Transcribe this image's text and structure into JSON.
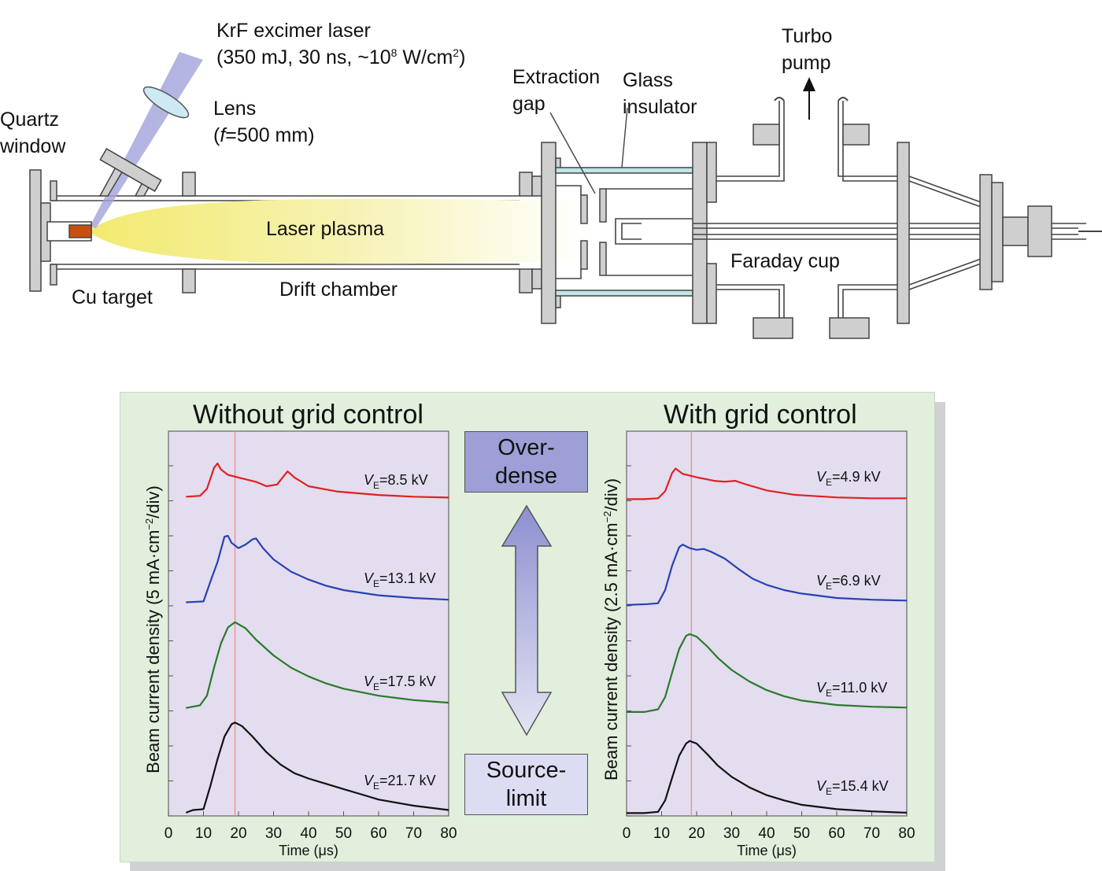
{
  "apparatus": {
    "laser_line1": "KrF excimer laser",
    "laser_line2_pre": "(350 mJ, 30 ns, ~10",
    "laser_line2_exp": "8",
    "laser_line2_mid": " W/cm",
    "laser_line2_exp2": "2",
    "laser_line2_post": ")",
    "lens_line1": "Lens",
    "lens_line2_pre": "(",
    "lens_line2_f": "f",
    "lens_line2_post": "=500 mm)",
    "quartz_line1": "Quartz",
    "quartz_line2": "window",
    "extraction_line1": "Extraction",
    "extraction_line2": "gap",
    "glass_line1": "Glass",
    "glass_line2": "insulator",
    "turbo_line1": "Turbo",
    "turbo_line2": "pump",
    "laser_plasma": "Laser plasma",
    "faraday_cup": "Faraday cup",
    "cu_target": "Cu target",
    "drift_chamber": "Drift chamber",
    "colors": {
      "plasma": "#f4ee8f",
      "laser_beam": "#a6a8da",
      "insulator": "#bfe6e6",
      "target": "#c8500f",
      "wall": "#cfcfcf"
    }
  },
  "middle": {
    "over_line1": "Over-",
    "over_line2": "dense",
    "source_line1": "Source-",
    "source_line2": "limit",
    "colors": {
      "over": "#9d9fd6",
      "source": "#dcdcf2"
    }
  },
  "chart_data": [
    {
      "type": "line",
      "title": "Without grid control",
      "xlabel": "Time (μs)",
      "ylabel_pre": "Beam current density (5 mA·cm",
      "ylabel_exp": "−2",
      "ylabel_post": "/div)",
      "xlim": [
        0,
        80
      ],
      "xticks": [
        "0",
        "10",
        "20",
        "30",
        "40",
        "50",
        "60",
        "70",
        "80"
      ],
      "marker_x": 19,
      "series": [
        {
          "name": "VE=8.5 kV",
          "label_v": "V",
          "label_sub": "E",
          "label_rest": "=8.5 kV",
          "color": "#e02020",
          "points": [
            [
              5,
              0.6
            ],
            [
              9,
              0.7
            ],
            [
              11,
              1.5
            ],
            [
              13,
              3.9
            ],
            [
              14,
              4.4
            ],
            [
              15,
              3.7
            ],
            [
              17,
              3.1
            ],
            [
              20,
              2.8
            ],
            [
              25,
              2.3
            ],
            [
              28,
              1.8
            ],
            [
              31,
              2.0
            ],
            [
              33,
              3.0
            ],
            [
              34,
              3.5
            ],
            [
              36,
              2.8
            ],
            [
              40,
              1.8
            ],
            [
              48,
              1.2
            ],
            [
              60,
              0.8
            ],
            [
              70,
              0.6
            ],
            [
              80,
              0.5
            ]
          ]
        },
        {
          "name": "VE=13.1 kV",
          "label_v": "V",
          "label_sub": "E",
          "label_rest": "=13.1 kV",
          "color": "#2841b4",
          "points": [
            [
              5,
              0.4
            ],
            [
              10,
              0.5
            ],
            [
              12,
              2.8
            ],
            [
              14,
              5.0
            ],
            [
              16,
              7.9
            ],
            [
              17,
              8.0
            ],
            [
              18,
              7.2
            ],
            [
              20,
              6.6
            ],
            [
              22,
              7.0
            ],
            [
              24,
              7.6
            ],
            [
              25,
              7.7
            ],
            [
              27,
              6.6
            ],
            [
              30,
              5.3
            ],
            [
              35,
              3.9
            ],
            [
              40,
              3.0
            ],
            [
              45,
              2.3
            ],
            [
              50,
              1.8
            ],
            [
              60,
              1.2
            ],
            [
              70,
              0.9
            ],
            [
              80,
              0.7
            ]
          ]
        },
        {
          "name": "VE=17.5 kV",
          "label_v": "V",
          "label_sub": "E",
          "label_rest": "=17.5 kV",
          "color": "#2a7a2a",
          "points": [
            [
              5,
              0.2
            ],
            [
              9,
              0.5
            ],
            [
              11,
              1.6
            ],
            [
              13,
              4.8
            ],
            [
              15,
              7.6
            ],
            [
              17,
              9.4
            ],
            [
              19,
              10.0
            ],
            [
              22,
              9.3
            ],
            [
              25,
              8.0
            ],
            [
              30,
              6.2
            ],
            [
              35,
              4.8
            ],
            [
              40,
              3.8
            ],
            [
              45,
              3.0
            ],
            [
              50,
              2.4
            ],
            [
              60,
              1.6
            ],
            [
              70,
              1.1
            ],
            [
              80,
              0.8
            ]
          ]
        },
        {
          "name": "VE=21.7 kV",
          "label_v": "V",
          "label_sub": "E",
          "label_rest": "=21.7 kV",
          "color": "#111111",
          "points": [
            [
              5,
              0.1
            ],
            [
              7,
              0.4
            ],
            [
              10,
              0.5
            ],
            [
              12,
              3.2
            ],
            [
              14,
              6.2
            ],
            [
              16,
              8.8
            ],
            [
              18,
              10.2
            ],
            [
              19,
              10.4
            ],
            [
              21,
              10.0
            ],
            [
              24,
              8.8
            ],
            [
              28,
              7.0
            ],
            [
              32,
              5.6
            ],
            [
              36,
              4.6
            ],
            [
              40,
              4.0
            ],
            [
              45,
              3.4
            ],
            [
              50,
              2.8
            ],
            [
              55,
              2.2
            ],
            [
              60,
              1.6
            ],
            [
              70,
              0.9
            ],
            [
              80,
              0.4
            ]
          ]
        }
      ]
    },
    {
      "type": "line",
      "title": "With grid control",
      "xlabel": "Time (μs)",
      "ylabel_pre": "Beam current density (2.5 mA·cm",
      "ylabel_exp": "−2",
      "ylabel_post": "/div)",
      "xlim": [
        0,
        80
      ],
      "xticks": [
        "0",
        "10",
        "20",
        "30",
        "40",
        "50",
        "60",
        "70",
        "80"
      ],
      "marker_x": 18.5,
      "series": [
        {
          "name": "VE=4.9 kV",
          "label_v": "V",
          "label_sub": "E",
          "label_rest": "=4.9 kV",
          "color": "#e02020",
          "points": [
            [
              0,
              0.5
            ],
            [
              5,
              0.5
            ],
            [
              9,
              0.6
            ],
            [
              11,
              1.4
            ],
            [
              13,
              3.5
            ],
            [
              14,
              4.0
            ],
            [
              16,
              3.4
            ],
            [
              20,
              3.0
            ],
            [
              25,
              2.6
            ],
            [
              28,
              2.5
            ],
            [
              31,
              2.6
            ],
            [
              34,
              2.2
            ],
            [
              40,
              1.5
            ],
            [
              48,
              1.0
            ],
            [
              60,
              0.7
            ],
            [
              70,
              0.6
            ],
            [
              80,
              0.6
            ]
          ]
        },
        {
          "name": "VE=6.9 kV",
          "label_v": "V",
          "label_sub": "E",
          "label_rest": "=6.9 kV",
          "color": "#2841b4",
          "points": [
            [
              0,
              0.1
            ],
            [
              6,
              0.2
            ],
            [
              9,
              0.3
            ],
            [
              11,
              1.8
            ],
            [
              13,
              4.6
            ],
            [
              15,
              6.7
            ],
            [
              16,
              7.0
            ],
            [
              18,
              6.6
            ],
            [
              20,
              6.4
            ],
            [
              22,
              6.5
            ],
            [
              24,
              6.2
            ],
            [
              28,
              5.4
            ],
            [
              32,
              4.2
            ],
            [
              36,
              3.1
            ],
            [
              40,
              2.4
            ],
            [
              45,
              1.8
            ],
            [
              50,
              1.4
            ],
            [
              60,
              0.9
            ],
            [
              70,
              0.7
            ],
            [
              80,
              0.6
            ]
          ]
        },
        {
          "name": "VE=11.0 kV",
          "label_v": "V",
          "label_sub": "E",
          "label_rest": "=11.0 kV",
          "color": "#2a7a2a",
          "points": [
            [
              0,
              0.1
            ],
            [
              5,
              0.1
            ],
            [
              9,
              0.4
            ],
            [
              11,
              1.8
            ],
            [
              13,
              4.6
            ],
            [
              15,
              7.3
            ],
            [
              17,
              8.8
            ],
            [
              18,
              9.0
            ],
            [
              20,
              8.7
            ],
            [
              23,
              7.6
            ],
            [
              26,
              6.3
            ],
            [
              30,
              4.9
            ],
            [
              35,
              3.6
            ],
            [
              40,
              2.6
            ],
            [
              45,
              1.9
            ],
            [
              50,
              1.4
            ],
            [
              60,
              0.9
            ],
            [
              70,
              0.7
            ],
            [
              80,
              0.6
            ]
          ]
        },
        {
          "name": "VE=15.4 kV",
          "label_v": "V",
          "label_sub": "E",
          "label_rest": "=15.4 kV",
          "color": "#111111",
          "points": [
            [
              0,
              0.05
            ],
            [
              5,
              0.05
            ],
            [
              9,
              0.2
            ],
            [
              11,
              1.5
            ],
            [
              13,
              4.1
            ],
            [
              15,
              6.6
            ],
            [
              17,
              8.0
            ],
            [
              18,
              8.3
            ],
            [
              20,
              8.0
            ],
            [
              23,
              6.8
            ],
            [
              26,
              5.5
            ],
            [
              30,
              4.2
            ],
            [
              35,
              3.0
            ],
            [
              40,
              2.1
            ],
            [
              45,
              1.5
            ],
            [
              50,
              1.0
            ],
            [
              60,
              0.5
            ],
            [
              70,
              0.25
            ],
            [
              80,
              0.1
            ]
          ]
        }
      ]
    }
  ]
}
